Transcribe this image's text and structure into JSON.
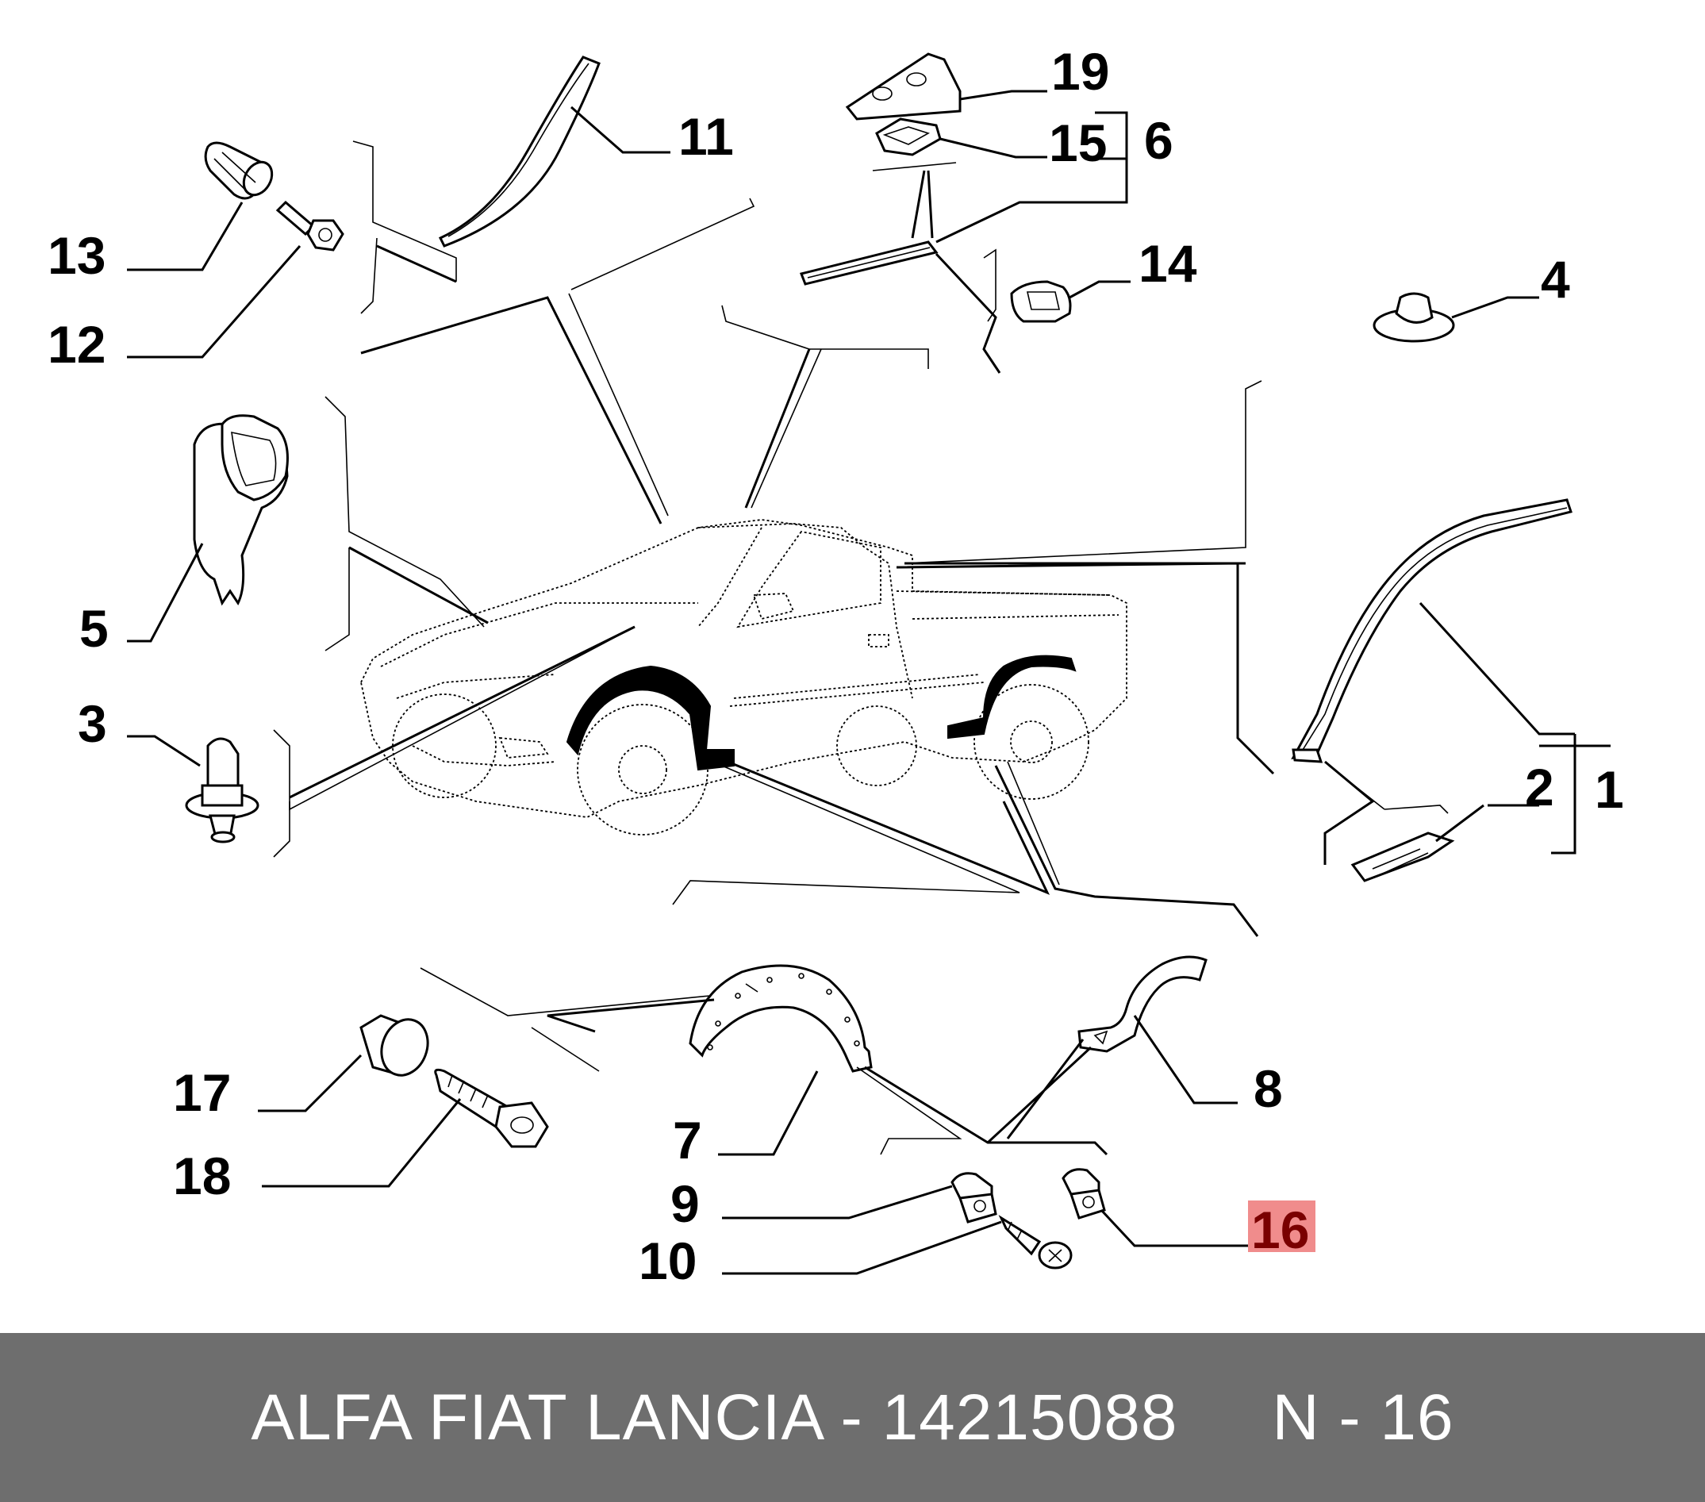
{
  "colors": {
    "background": "#ffffff",
    "line": "#000000",
    "highlight": "#f08c8c",
    "highlight_text": "#7a0000",
    "footer_bg": "#6e6e6e",
    "footer_text": "#ffffff"
  },
  "callouts": [
    {
      "id": "label-1",
      "text": "1"
    },
    {
      "id": "label-2",
      "text": "2"
    },
    {
      "id": "label-3",
      "text": "3"
    },
    {
      "id": "label-4",
      "text": "4"
    },
    {
      "id": "label-5",
      "text": "5"
    },
    {
      "id": "label-6",
      "text": "6"
    },
    {
      "id": "label-7",
      "text": "7"
    },
    {
      "id": "label-8",
      "text": "8"
    },
    {
      "id": "label-9",
      "text": "9"
    },
    {
      "id": "label-10",
      "text": "10"
    },
    {
      "id": "label-11",
      "text": "11"
    },
    {
      "id": "label-12",
      "text": "12"
    },
    {
      "id": "label-13",
      "text": "13"
    },
    {
      "id": "label-14",
      "text": "14"
    },
    {
      "id": "label-15",
      "text": "15"
    },
    {
      "id": "label-16",
      "text": "16",
      "highlighted": true
    },
    {
      "id": "label-17",
      "text": "17"
    },
    {
      "id": "label-18",
      "text": "18"
    },
    {
      "id": "label-19",
      "text": "19"
    }
  ],
  "icons": [
    "car-pickup-icon",
    "fender-arch-icon",
    "clip-icon",
    "screw-icon",
    "nut-icon",
    "plug-icon"
  ],
  "footer": {
    "text": "ALFA FIAT LANCIA - 14215088     N - 16"
  }
}
